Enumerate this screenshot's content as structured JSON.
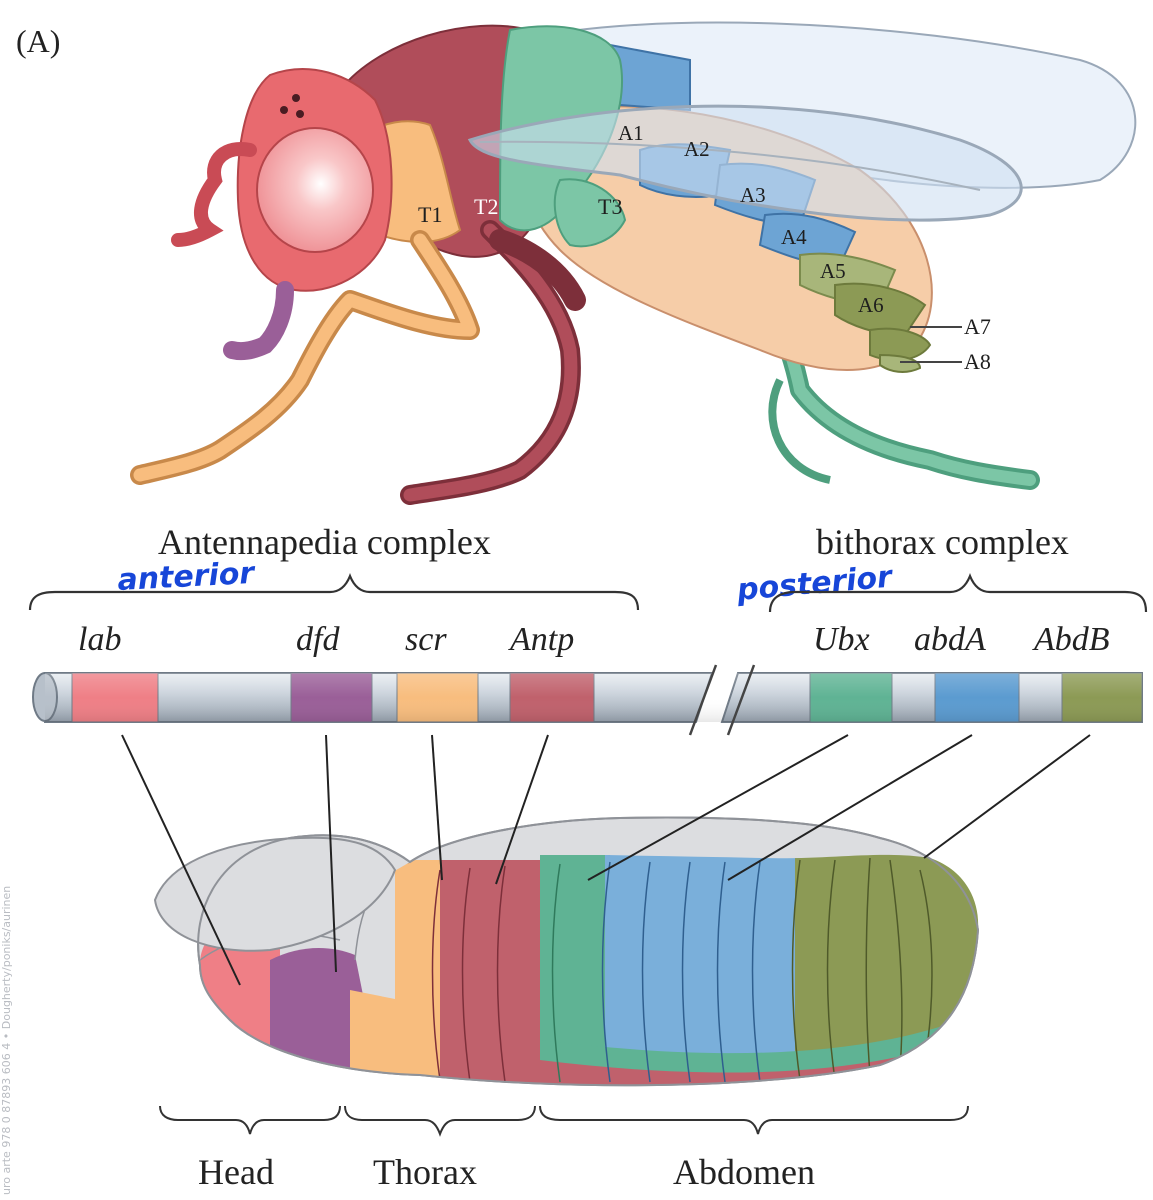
{
  "panel_label": "(A)",
  "fly_segments": {
    "thorax": [
      "T1",
      "T2",
      "T3"
    ],
    "abdomen": [
      "A1",
      "A2",
      "A3",
      "A4",
      "A5",
      "A6"
    ],
    "pointer_labels": [
      "A7",
      "A8"
    ]
  },
  "complexes": {
    "antennapedia": {
      "title": "Antennapedia complex",
      "annotation": "anterior"
    },
    "bithorax": {
      "title": "bithorax complex",
      "annotation": "posterior"
    }
  },
  "genes": [
    {
      "name": "lab",
      "color": "#ef7f86"
    },
    {
      "name": "dfd",
      "color": "#9a5f98"
    },
    {
      "name": "scr",
      "color": "#f8bd7e"
    },
    {
      "name": "Antp",
      "color": "#c0616c"
    },
    {
      "name": "Ubx",
      "color": "#5fb394"
    },
    {
      "name": "abdA",
      "color": "#5b9bd0"
    },
    {
      "name": "AbdB",
      "color": "#8c9a55"
    }
  ],
  "body_regions": [
    "Head",
    "Thorax",
    "Abdomen"
  ],
  "side_text": "uro arte 978 0 87893 606 4 • Dougherty/poniks/aurinen"
}
